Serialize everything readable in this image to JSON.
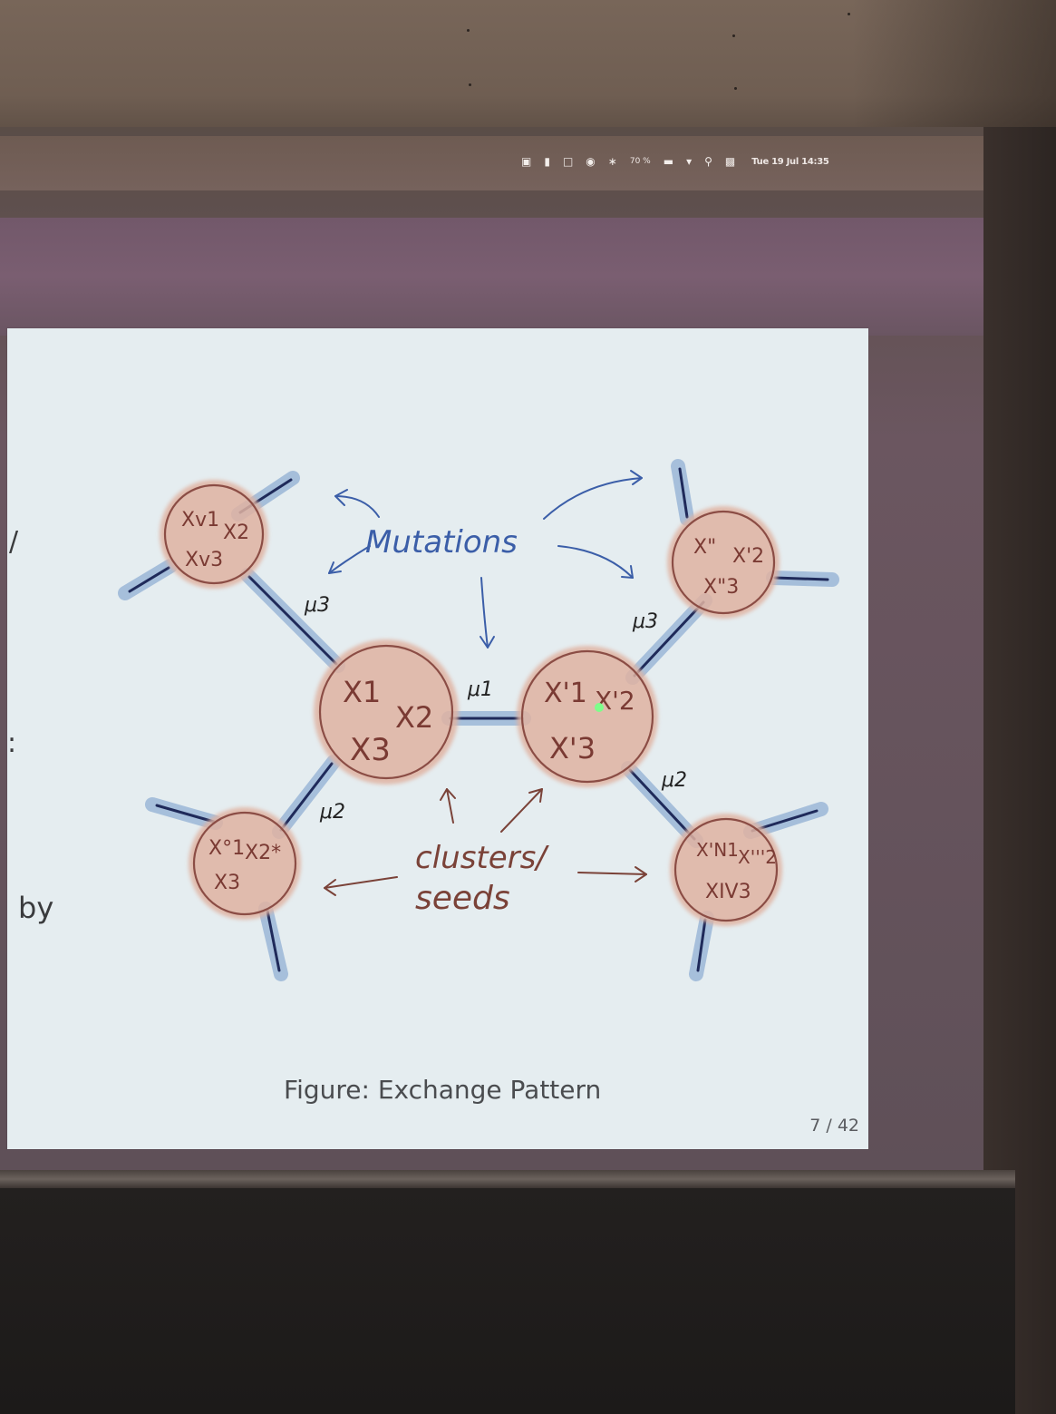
{
  "menubar": {
    "icons": [
      "window-icon",
      "battery-small-icon",
      "display-icon",
      "record-icon",
      "bluetooth-icon",
      "battery-icon",
      "wifi-icon",
      "search-icon",
      "user-icon"
    ],
    "battery_percent": "70 %",
    "clock": "Tue 19 Jul 14:35"
  },
  "slide": {
    "edge_text_by": "by",
    "edge_text_y": "/",
    "edge_text_colon": ":",
    "caption": "Figure: Exchange Pattern",
    "page_number": "7 / 42"
  },
  "diagram": {
    "annotations": {
      "mutations": "Mutations",
      "clusters": "clusters/",
      "seeds": "seeds"
    },
    "edge_labels": {
      "mu1": "μ1",
      "mu2_left": "μ2",
      "mu2_right": "μ2",
      "mu3_left": "μ3",
      "mu3_right": "μ3"
    },
    "clusters": {
      "center_left": [
        "X1",
        "X2",
        "X3"
      ],
      "center_right": [
        "X'1",
        "X'2",
        "X'3"
      ],
      "top_left": [
        "Xv1",
        "X2",
        "Xv3"
      ],
      "top_right": [
        "X\"",
        "X'2",
        "X\"3"
      ],
      "bottom_left": [
        "X°1",
        "X2*",
        "X3"
      ],
      "bottom_right": [
        "X'N1",
        "X'''2",
        "XIV3"
      ]
    },
    "colors": {
      "cluster_fill": "#e0b3a2",
      "cluster_outline": "#8b4d45",
      "bond_glow": "#9fb9d8",
      "bond_line": "#1f2a5a",
      "annotation_blue": "#3b5ea8",
      "annotation_brown": "#7a4238"
    }
  }
}
